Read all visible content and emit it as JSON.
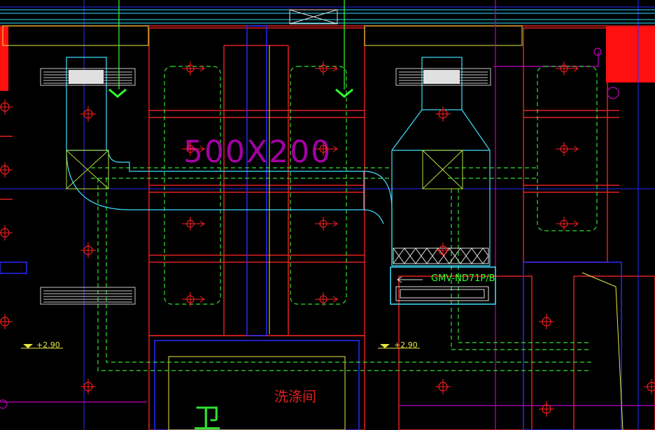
{
  "drawing": {
    "duct_size_label": "500X200",
    "unit_model_label": "GMV-ND71P/B",
    "room_label": "洗涤间",
    "level_marks": [
      "+2.90",
      "+2.90"
    ],
    "partial_glyph": "卫"
  },
  "colors": {
    "background": "#000000",
    "wall_red": "#ff2020",
    "duct_cyan": "#40e0ff",
    "pipe_green": "#30ff30",
    "outline_yellow": "#ffff40",
    "axis_blue": "#3030ff",
    "text_magenta": "#c000c0",
    "white": "#e0e0e0"
  }
}
